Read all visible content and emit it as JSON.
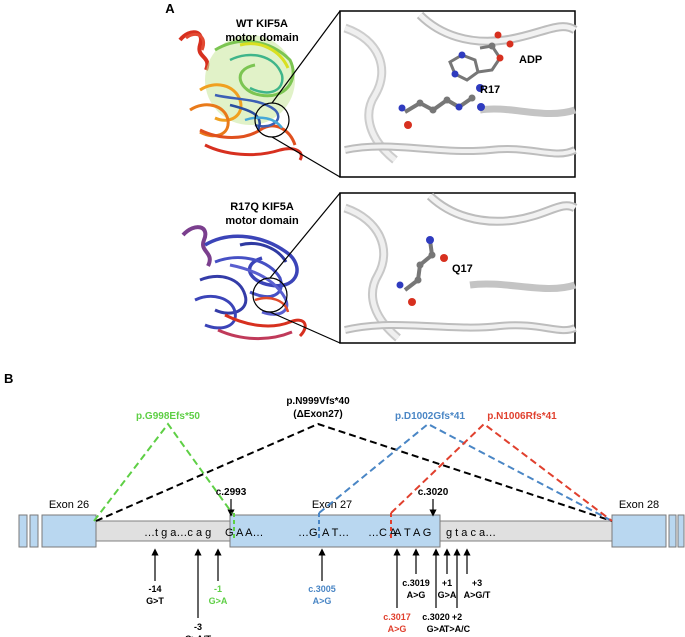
{
  "panel_a": {
    "letter": "A",
    "wt_title_1": "WT KIF5A",
    "wt_title_2": "motor domain",
    "mut_title_1": "R17Q KIF5A",
    "mut_title_2": "motor domain",
    "zoom_top_labels": [
      "ADP",
      "R17"
    ],
    "zoom_bottom_label": "Q17"
  },
  "panel_b": {
    "letter": "B",
    "exons": [
      "Exon 26",
      "Exon 27",
      "Exon 28"
    ],
    "sequence": {
      "left": "…t g a…c a g",
      "exon_start": "G",
      "exon_a": "A A…",
      "mid_1": "…G",
      "mid_2": "A T…",
      "mid_3": "…C A",
      "red_a": "A",
      "exon_end": "T A G",
      "right": "g t a c a…"
    },
    "position_labels": [
      "c.2993",
      "c.3020"
    ],
    "frameshifts": [
      {
        "label": "p.G998Efs*50",
        "color": "#5ecf45"
      },
      {
        "label_1": "p.N999Vfs*40",
        "label_2": "(ΔExon27)",
        "color": "#000000"
      },
      {
        "label": "p.D1002Gfs*41",
        "color": "#4a86c5"
      },
      {
        "label": "p.N1006Rfs*41",
        "color": "#e0402e"
      }
    ],
    "variants": [
      {
        "pos": "-14",
        "change": "G>T",
        "color": "#000000"
      },
      {
        "pos": "-3",
        "change": "C>A/T",
        "color": "#000000"
      },
      {
        "pos": "-1",
        "change": "G>A",
        "color": "#5ecf45"
      },
      {
        "pos": "c.3005",
        "change": "A>G",
        "color": "#4a86c5"
      },
      {
        "pos": "c.3017",
        "change": "A>G",
        "color": "#e0402e"
      },
      {
        "pos": "c.3019",
        "change": "A>G",
        "color": "#000000"
      },
      {
        "pos": "c.3020",
        "change": "G>A",
        "color": "#000000"
      },
      {
        "pos": "+1",
        "change": "G>A",
        "color": "#000000"
      },
      {
        "pos": "+2",
        "change": "T>A/C",
        "color": "#000000"
      },
      {
        "pos": "+3",
        "change": "A>G/T",
        "color": "#000000"
      }
    ]
  }
}
